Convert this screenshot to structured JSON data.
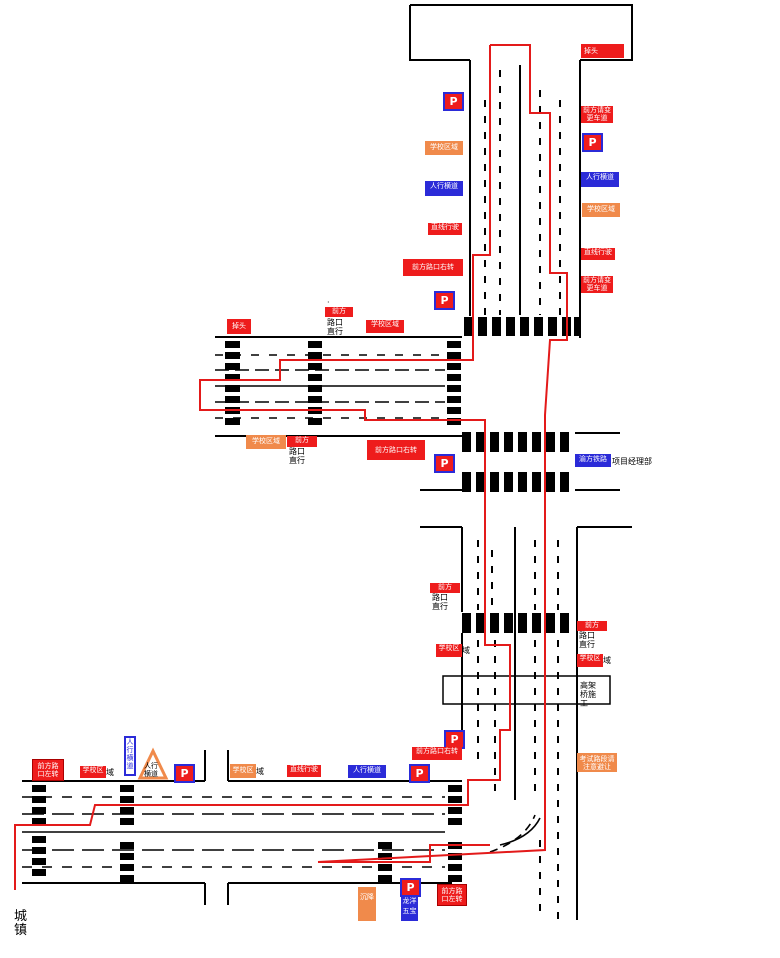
{
  "labels": {
    "turnaround_top": "掉头",
    "turnaround_left": "掉头",
    "front_lane_change_1": "前方请变\n更车道",
    "front_lane_change_2": "前方请变\n更车道",
    "school_zone_1": "学校区域",
    "school_zone_2": "学校区域",
    "school_zone_3": "学校区域",
    "school_zone_4": "学校区域",
    "school_zone_5": "学校区",
    "school_zone_6": "学校区",
    "school_zone_7": "学校区",
    "school_zone_8": "学校区",
    "zone_suffix": "域",
    "crosswalk_1": "人行横道",
    "crosswalk_2": "人行横道",
    "crosswalk_3": "人行横道",
    "crosswalk_4": "人行\n横道",
    "crosswalk_5": "人行\n横道",
    "straight_1": "直线行驶",
    "straight_2": "直线行驶",
    "straight_3": "直线行驶",
    "right_turn_1": "前方路口右转",
    "right_turn_2": "前方路口右转",
    "right_turn_3": "前方路口右转",
    "front_1": "前方",
    "front_2": "前方",
    "front_3": "前方",
    "front_4": "前方",
    "intersection_straight": "路口\n直行",
    "yufang_rail": "渝方铁路",
    "project_dept": "项目经理部",
    "overpass": "高架\n桥施\n工",
    "test_section": "考试路段请\n注意避让",
    "left_turn_1": "前方路\n口左转",
    "left_turn_2": "前方路\n口左转",
    "subsidence": "沉降",
    "longyang_wubao": "龙洋\n五宝",
    "chengzhen": "城镇",
    "parking": "P"
  },
  "colors": {
    "sign_red": "#ee1c1c",
    "sign_blue": "#2b2bd8",
    "sign_orange": "#f08a4b",
    "route_red": "#e31a1a",
    "road_black": "#000000"
  },
  "legend_icons": [
    "parking-icon",
    "warning-triangle-icon",
    "crosswalk-stripes-icon"
  ]
}
